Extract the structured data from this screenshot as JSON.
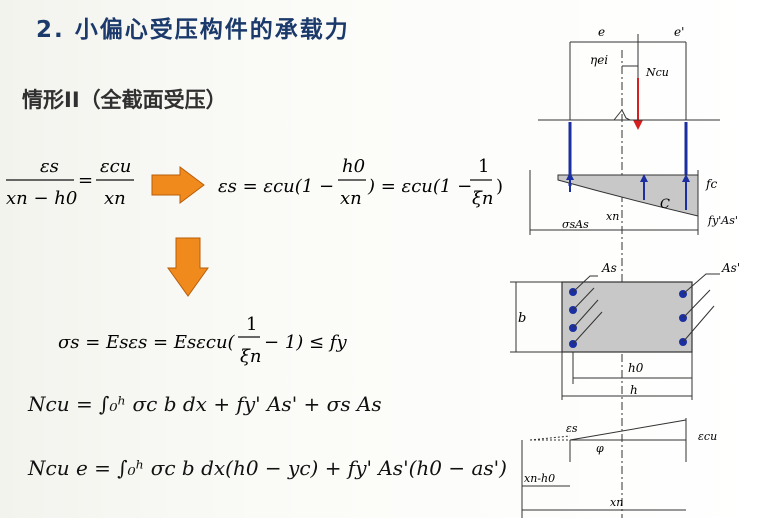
{
  "heading": {
    "title": "2. 小偏心受压构件的承载力",
    "case": "情形II（全截面受压）"
  },
  "formulas": {
    "f1_num_l": "εs",
    "f1_den_l": "xn − h0",
    "f1_eq": "=",
    "f1_num_r": "εcu",
    "f1_den_r": "xn",
    "f2_a": "εs = εcu(1 −",
    "f2_num": "h0",
    "f2_den": "xn",
    "f2_b": ") = εcu(1 −",
    "f2_num2": "1",
    "f2_den2": "ξn",
    "f2_c": ")",
    "f3_a": "σs = Esεs = Esεcu(",
    "f3_num": "1",
    "f3_den": "ξn",
    "f3_b": "− 1) ≤ fy",
    "f4": "Ncu = ∫₀ʰ σc b dx + fy' As' + σs As",
    "f5": "Ncu e = ∫₀ʰ σc b dx(h0 − yc) + fy' As'(h0 − as')"
  },
  "diagram_labels": {
    "e": "e",
    "e_prime": "e'",
    "eta_ei": "ηei",
    "ncu": "Ncu",
    "fc": "fc",
    "c": "C",
    "sigma_s_as": "σsAs",
    "xn": "xn",
    "fy_as": "fy'As'",
    "as": "As",
    "as_prime": "As'",
    "b": "b",
    "h0": "h0",
    "h": "h",
    "eps_s": "εs",
    "eps_cu": "εcu",
    "phi": "φ",
    "xn_h0": "xn-h0",
    "xn2": "xn"
  },
  "colors": {
    "title": "#1b3a6b",
    "arrow_orange": "#f08a1c",
    "rebar_blue": "#1c2fa0",
    "load_red": "#d62020",
    "section_gray": "#c8c8c8"
  }
}
